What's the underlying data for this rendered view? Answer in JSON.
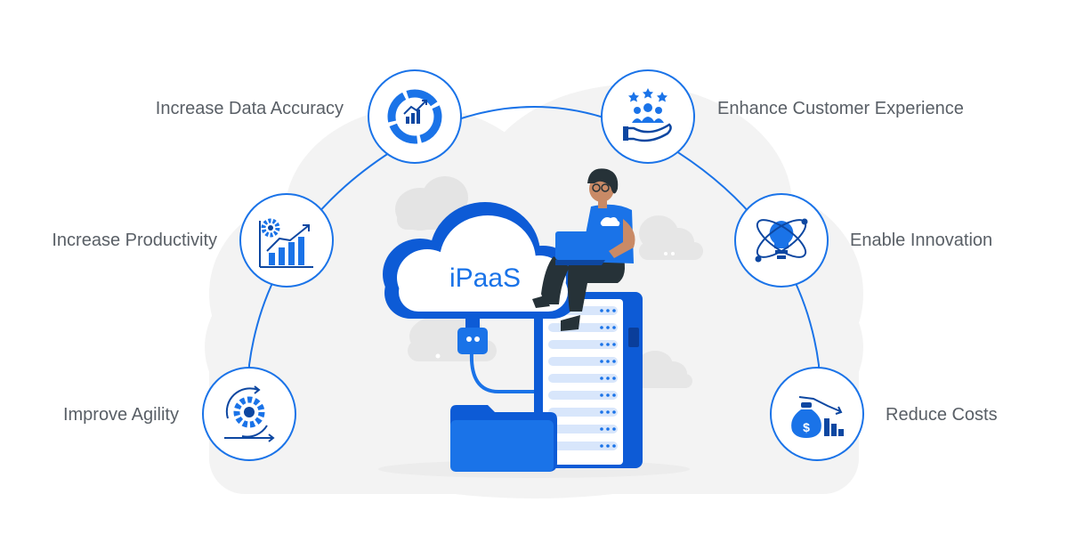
{
  "center": {
    "cloud_label": "iPaaS"
  },
  "benefits": {
    "left": [
      {
        "label": "Increase Data Accuracy",
        "icon": "pie-chart-growth-icon"
      },
      {
        "label": "Increase Productivity",
        "icon": "gear-bar-chart-icon"
      },
      {
        "label": "Improve Agility",
        "icon": "gear-cycle-arrows-icon"
      }
    ],
    "right": [
      {
        "label": "Enhance Customer Experience",
        "icon": "hand-people-stars-icon"
      },
      {
        "label": "Enable Innovation",
        "icon": "lightbulb-atom-icon"
      },
      {
        "label": "Reduce Costs",
        "icon": "money-bag-declining-chart-icon"
      }
    ]
  },
  "colors": {
    "accent": "#1a73e8",
    "accent_dark": "#0d47a1",
    "backdrop": "#f2f2f2",
    "text": "#595f66"
  }
}
